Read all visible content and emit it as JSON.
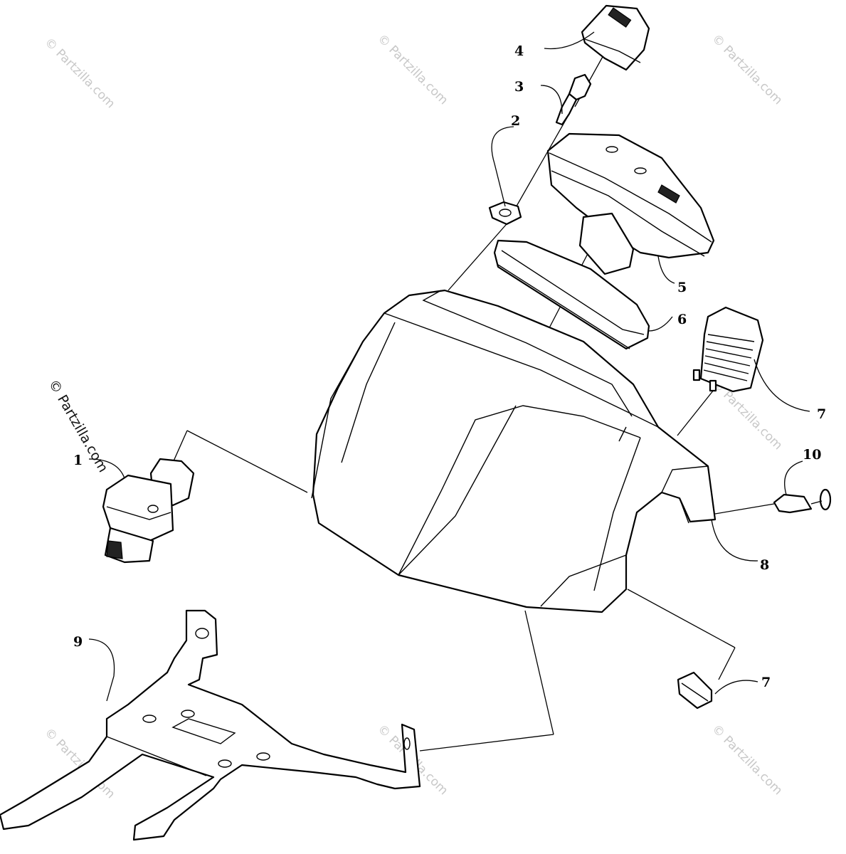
{
  "watermark_text": "© Partzilla.com",
  "copyright_text": "© Partzilla.com",
  "callouts": {
    "c1": "1",
    "c2": "2",
    "c3": "3",
    "c4": "4",
    "c5": "5",
    "c6": "6",
    "c7a": "7",
    "c7b": "7",
    "c8": "8",
    "c9": "9",
    "c10": "10"
  },
  "colors": {
    "line": "#000000",
    "background": "#ffffff",
    "watermark": "#c8c8c8"
  }
}
